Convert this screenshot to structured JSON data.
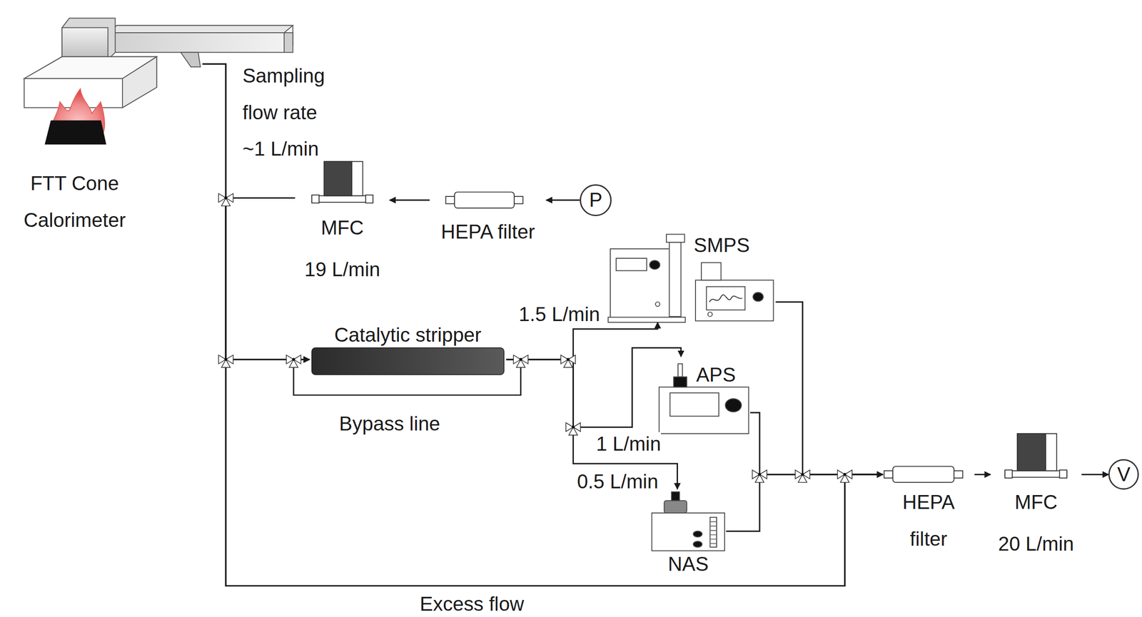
{
  "diagram": {
    "nodes": [
      {
        "text": [
          "FTT Cone Calorimeter"
        ]
      },
      {
        "text": [
          "MFC",
          "19 L/min"
        ]
      },
      {
        "text": [
          "HEPA filter"
        ]
      },
      {
        "text": [
          "P"
        ]
      },
      {
        "text": [
          "Catalytic stripper"
        ]
      },
      {
        "text": [
          "SMPS"
        ]
      },
      {
        "text": [
          "APS"
        ]
      },
      {
        "text": [
          "NAS"
        ]
      },
      {
        "text": [
          "HEPA filter"
        ]
      },
      {
        "text": [
          "MFC",
          "20 L/min"
        ]
      },
      {
        "text": [
          "V"
        ]
      }
    ],
    "edges": [
      {
        "from": 3,
        "to": 2,
        "arrow": "to"
      },
      {
        "from": 2,
        "to": 1,
        "arrow": "to"
      },
      {
        "from": 0,
        "to": 4,
        "label": "Sampling flow rate ~1 L/min",
        "arrow": "to"
      },
      {
        "from": 1,
        "to": 4,
        "arrow": "to"
      },
      {
        "from": 4,
        "to": 5,
        "label": "1.5 L/min",
        "arrow": "to"
      },
      {
        "from": 4,
        "to": 6,
        "label": "1 L/min",
        "arrow": "to"
      },
      {
        "from": 4,
        "to": 7,
        "label": "0.5 L/min",
        "arrow": "to"
      },
      {
        "from": 5,
        "to": 8,
        "arrow": "to"
      },
      {
        "from": 6,
        "to": 8,
        "arrow": "to"
      },
      {
        "from": 7,
        "to": 8,
        "arrow": "to"
      },
      {
        "from": 8,
        "to": 9,
        "arrow": "to"
      },
      {
        "from": 9,
        "to": 10,
        "arrow": "to"
      },
      {
        "from": 0,
        "to": 8,
        "label": "Excess flow",
        "arrow": "to"
      },
      {
        "from": 1,
        "to": 8,
        "arrow": "to"
      }
    ],
    "labels": [
      "Bypass line"
    ]
  }
}
